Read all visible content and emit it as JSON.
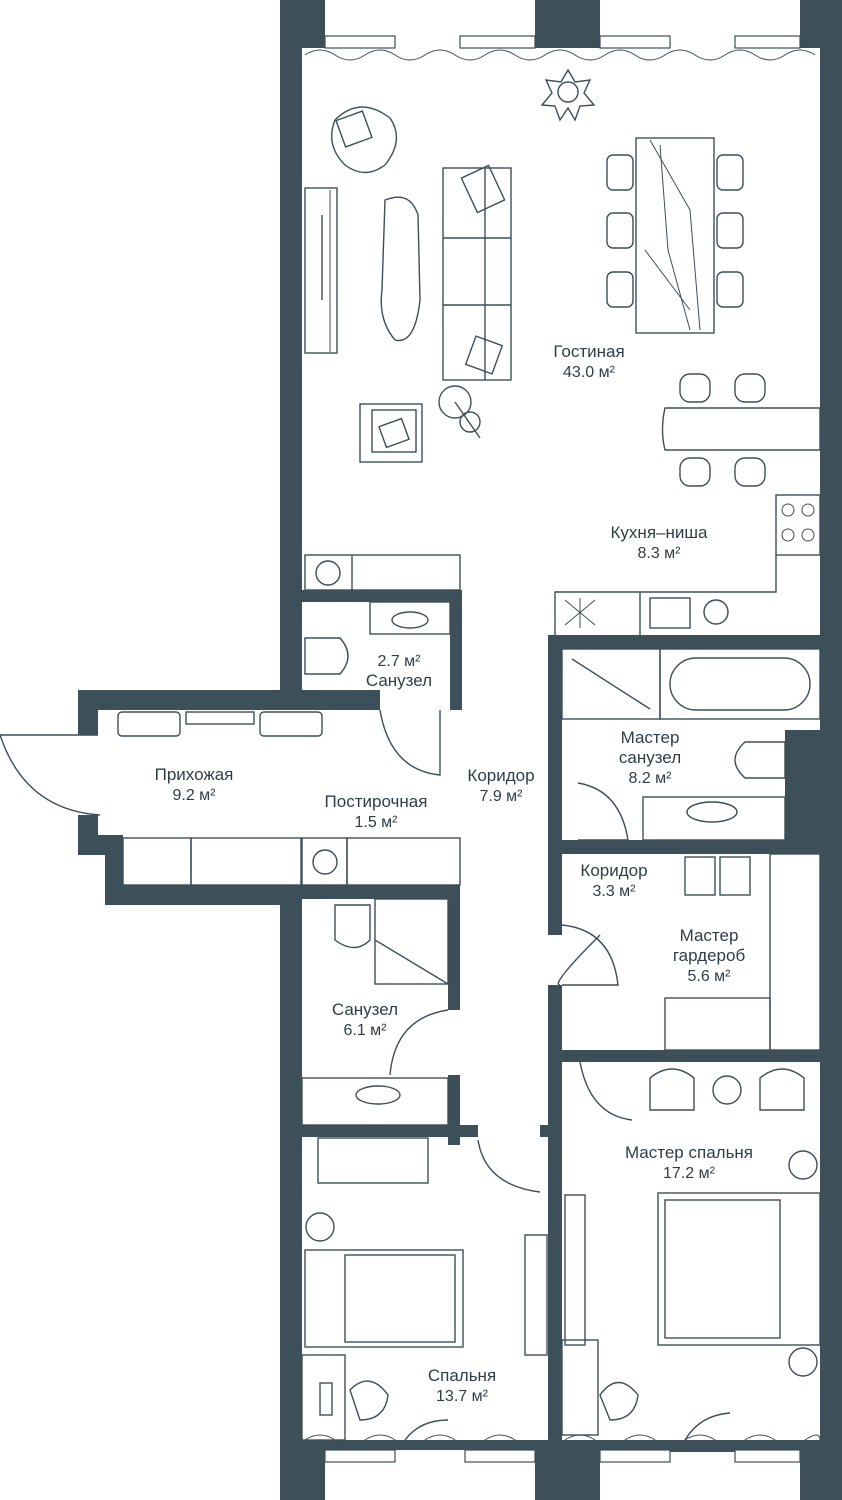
{
  "plan": {
    "rooms": [
      {
        "id": "living",
        "name": "Гостиная",
        "area": "43.0 м²"
      },
      {
        "id": "kitchen",
        "name": "Кухня–ниша",
        "area": "8.3 м²"
      },
      {
        "id": "wc-small",
        "name": "Санузел",
        "area": "2.7 м²"
      },
      {
        "id": "hall",
        "name": "Прихожая",
        "area": "9.2 м²"
      },
      {
        "id": "laundry",
        "name": "Постирочная",
        "area": "1.5 м²"
      },
      {
        "id": "corridor-main",
        "name": "Коридор",
        "area": "7.9 м²"
      },
      {
        "id": "master-bath",
        "name": "Мастер\nсанузел",
        "area": "8.2 м²"
      },
      {
        "id": "corridor-small",
        "name": "Коридор",
        "area": "3.3 м²"
      },
      {
        "id": "master-wardrobe",
        "name": "Мастер\nгардероб",
        "area": "5.6 м²"
      },
      {
        "id": "bathroom",
        "name": "Санузел",
        "area": "6.1 м²"
      },
      {
        "id": "master-bedroom",
        "name": "Мастер спальня",
        "area": "17.2 м²"
      },
      {
        "id": "bedroom",
        "name": "Спальня",
        "area": "13.7 м²"
      }
    ]
  },
  "colors": {
    "wall": "#3d4f58",
    "line": "#3d4f58",
    "background": "#ffffff"
  }
}
